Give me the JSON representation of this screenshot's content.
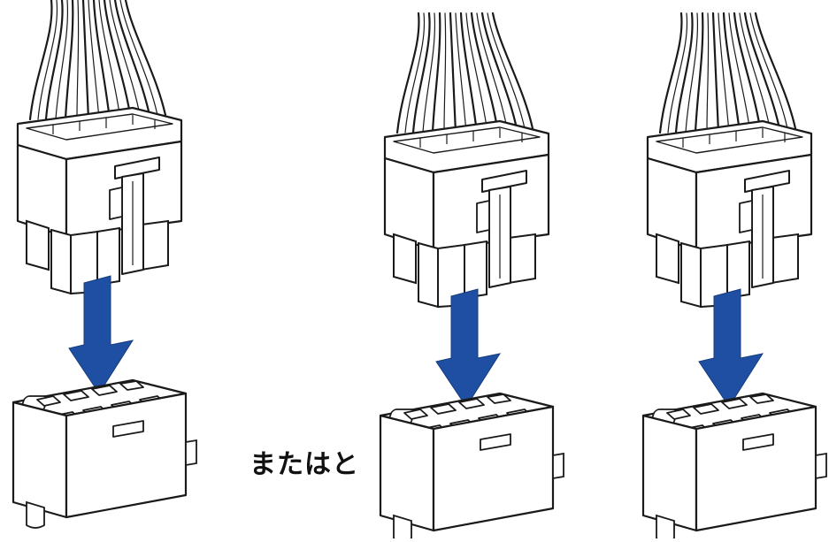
{
  "diagram": {
    "label": "またはと",
    "colors": {
      "arrow": "#1f4fa2",
      "outline": "#1a1a1a",
      "fill": "#ffffff",
      "background": "#ffffff"
    },
    "assemblies": [
      {
        "name": "assembly-left"
      },
      {
        "name": "assembly-middle"
      },
      {
        "name": "assembly-right"
      }
    ]
  }
}
